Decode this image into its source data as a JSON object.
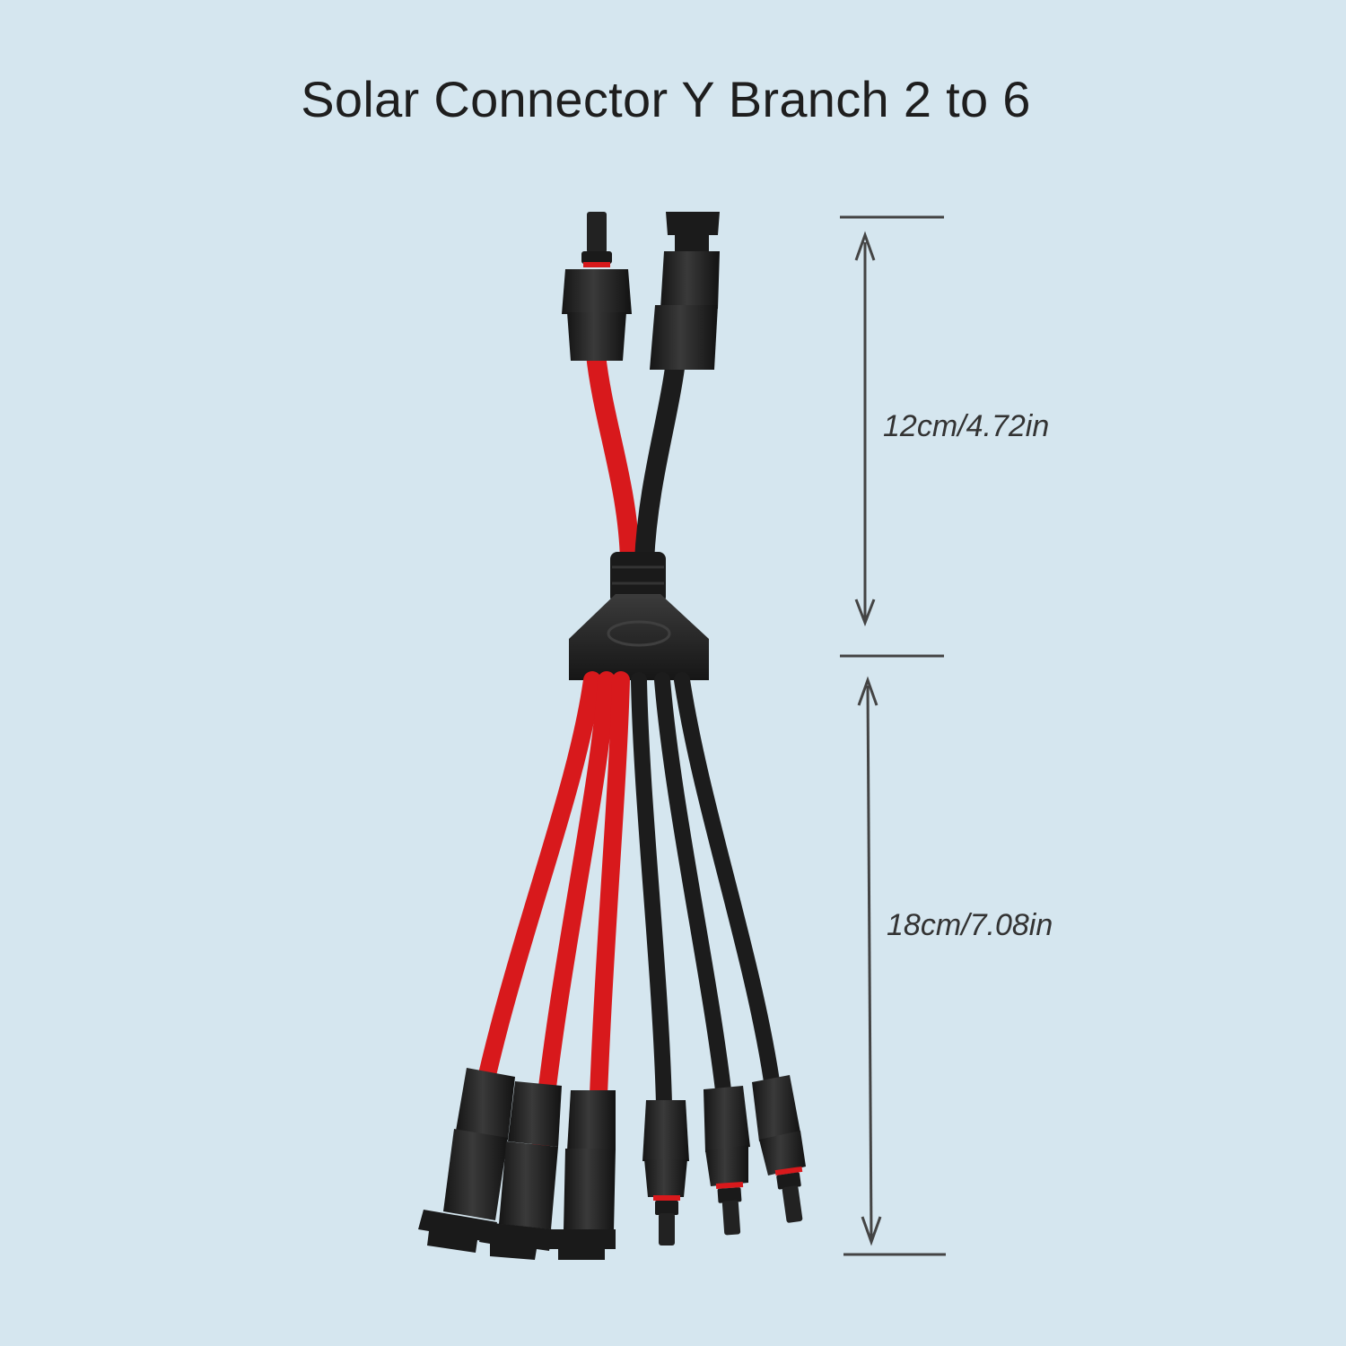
{
  "title": "Solar Connector Y Branch 2 to 6",
  "dimensions": {
    "upper_length": "12cm/4.72in",
    "lower_length": "18cm/7.08in"
  },
  "colors": {
    "background": "#d5e6ef",
    "red_cable": "#d8191c",
    "black_cable": "#1c1c1c",
    "connector": "#2a2a2a",
    "dimension_line": "#444444"
  }
}
